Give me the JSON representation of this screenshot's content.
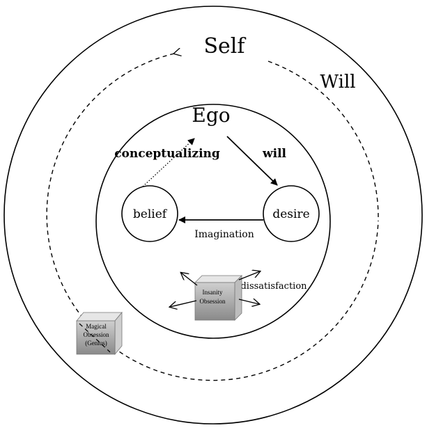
{
  "labels": {
    "self": "Self",
    "will_outer": "Will",
    "ego": "Ego",
    "conceptualizing": "conceptualizing",
    "will_inner": "will",
    "belief": "belief",
    "desire": "desire",
    "imagination": "Imagination",
    "dissatisfaction": "dissatisfaction"
  },
  "insanity_box": {
    "line1": "Insanity",
    "line2": "Obsession"
  },
  "magical_box": {
    "line1": "Magical",
    "line2": "Obsession",
    "line3": "(Genius)"
  }
}
